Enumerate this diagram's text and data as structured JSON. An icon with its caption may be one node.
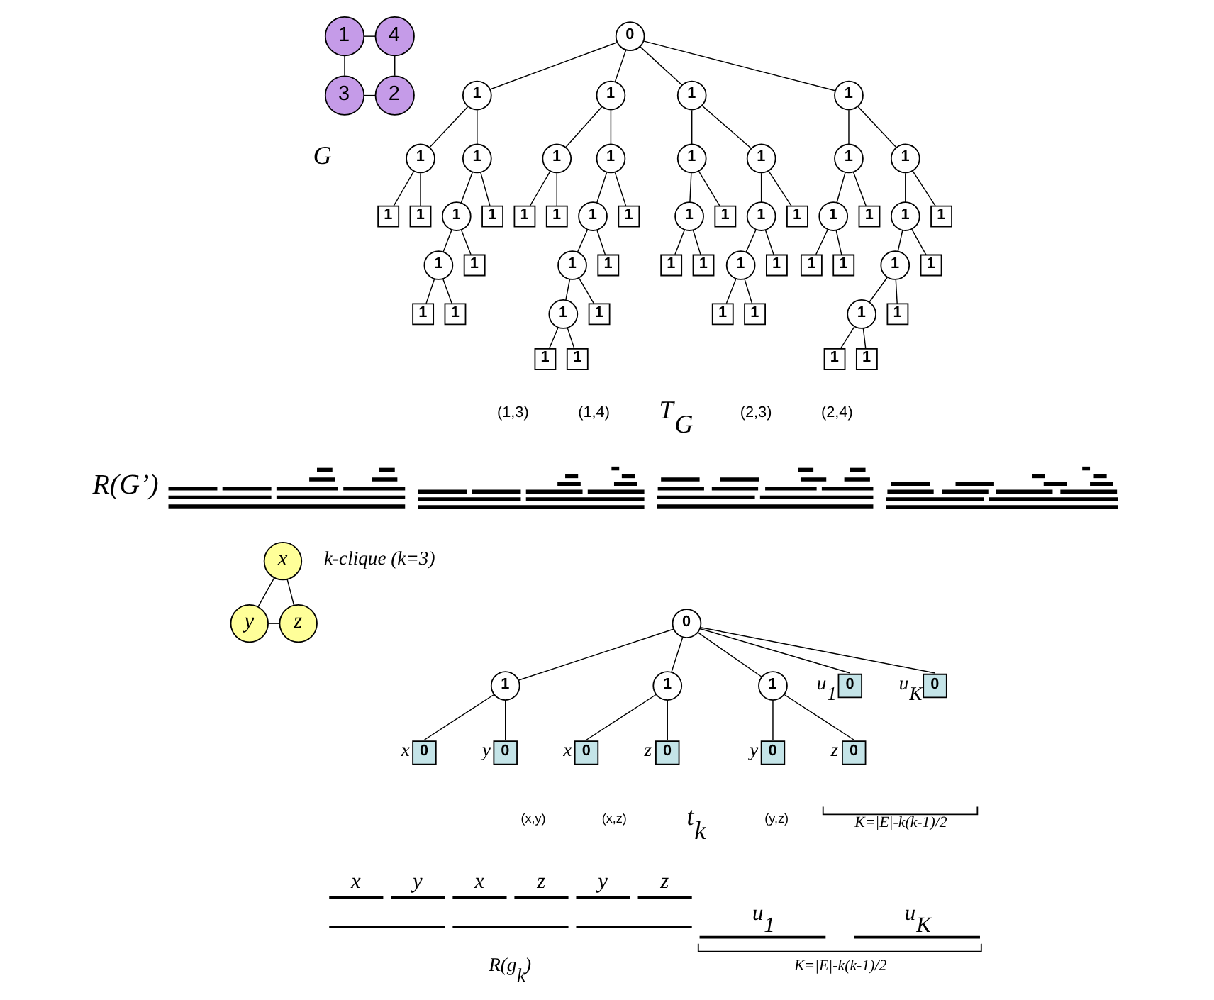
{
  "diagram": {
    "nodes": [
      {
        "text": [
          "1"
        ]
      },
      {
        "text": [
          "4"
        ]
      },
      {
        "text": [
          "3"
        ]
      },
      {
        "text": [
          "2"
        ]
      },
      {
        "text": [
          "0"
        ]
      },
      {
        "text": [
          "1"
        ]
      },
      {
        "text": [
          "1"
        ]
      },
      {
        "text": [
          "1"
        ]
      },
      {
        "text": [
          "1"
        ]
      },
      {
        "text": [
          "1"
        ]
      },
      {
        "text": [
          "1"
        ]
      },
      {
        "text": [
          "1"
        ]
      },
      {
        "text": [
          "1"
        ]
      },
      {
        "text": [
          "1"
        ]
      },
      {
        "text": [
          "1"
        ]
      },
      {
        "text": [
          "1"
        ]
      },
      {
        "text": [
          "1"
        ]
      },
      {
        "text": [
          "1"
        ]
      },
      {
        "text": [
          "1"
        ]
      },
      {
        "text": [
          "1"
        ]
      },
      {
        "text": [
          "1"
        ]
      },
      {
        "text": [
          "1"
        ]
      },
      {
        "text": [
          "1"
        ]
      },
      {
        "text": [
          "1"
        ]
      },
      {
        "text": [
          "1"
        ]
      },
      {
        "text": [
          "1"
        ]
      },
      {
        "text": [
          "1"
        ]
      },
      {
        "text": [
          "1"
        ]
      },
      {
        "text": [
          "1"
        ]
      },
      {
        "text": [
          "1"
        ]
      },
      {
        "text": [
          "1"
        ]
      },
      {
        "text": [
          "1"
        ]
      },
      {
        "text": [
          "1"
        ]
      },
      {
        "text": [
          "1"
        ]
      },
      {
        "text": [
          "1"
        ]
      },
      {
        "text": [
          "1"
        ]
      },
      {
        "text": [
          "1"
        ]
      },
      {
        "text": [
          "1"
        ]
      },
      {
        "text": [
          "1"
        ]
      },
      {
        "text": [
          "1"
        ]
      },
      {
        "text": [
          "1"
        ]
      },
      {
        "text": [
          "1"
        ]
      },
      {
        "text": [
          "1"
        ]
      },
      {
        "text": [
          "1"
        ]
      },
      {
        "text": [
          "1"
        ]
      },
      {
        "text": [
          "1"
        ]
      },
      {
        "text": [
          "1"
        ]
      },
      {
        "text": [
          "1"
        ]
      },
      {
        "text": [
          "1"
        ]
      },
      {
        "text": [
          "1"
        ]
      },
      {
        "text": [
          "1"
        ]
      },
      {
        "text": [
          "1"
        ]
      },
      {
        "text": [
          "1"
        ]
      },
      {
        "text": [
          "1"
        ]
      },
      {
        "text": [
          "1"
        ]
      },
      {
        "text": [
          "1"
        ]
      },
      {
        "text": [
          "1"
        ]
      },
      {
        "text": [
          "x"
        ]
      },
      {
        "text": [
          "y"
        ]
      },
      {
        "text": [
          "z"
        ]
      },
      {
        "text": [
          "0"
        ]
      },
      {
        "text": [
          "1"
        ]
      },
      {
        "text": [
          "0"
        ],
        "beside": [
          "x"
        ]
      },
      {
        "text": [
          "0"
        ],
        "beside": [
          "y"
        ]
      },
      {
        "text": [
          "1"
        ]
      },
      {
        "text": [
          "0"
        ],
        "beside": [
          "x"
        ]
      },
      {
        "text": [
          "0"
        ],
        "beside": [
          "z"
        ]
      },
      {
        "text": [
          "1"
        ]
      },
      {
        "text": [
          "0"
        ],
        "beside": [
          "y"
        ]
      },
      {
        "text": [
          "0"
        ],
        "beside": [
          "z"
        ]
      },
      {
        "text": [
          "0"
        ],
        "beside": [
          "u$_{1}$"
        ]
      },
      {
        "text": [
          "0"
        ],
        "beside": [
          "u$_{K}$"
        ]
      }
    ],
    "edges": [
      {
        "from": 0,
        "to": 1,
        "arrow": "none"
      },
      {
        "from": 0,
        "to": 2,
        "arrow": "none"
      },
      {
        "from": 1,
        "to": 3,
        "arrow": "none"
      },
      {
        "from": 2,
        "to": 3,
        "arrow": "none"
      },
      {
        "from": 4,
        "to": 5,
        "arrow": "none"
      },
      {
        "from": 4,
        "to": 16,
        "arrow": "none"
      },
      {
        "from": 4,
        "to": 29,
        "arrow": "none"
      },
      {
        "from": 4,
        "to": 42,
        "arrow": "none"
      },
      {
        "from": 5,
        "to": 6,
        "arrow": "none"
      },
      {
        "from": 6,
        "to": 7,
        "arrow": "none"
      },
      {
        "from": 6,
        "to": 8,
        "arrow": "none"
      },
      {
        "from": 5,
        "to": 9,
        "arrow": "none"
      },
      {
        "from": 9,
        "to": 10,
        "arrow": "none"
      },
      {
        "from": 10,
        "to": 11,
        "arrow": "none"
      },
      {
        "from": 11,
        "to": 12,
        "arrow": "none"
      },
      {
        "from": 11,
        "to": 13,
        "arrow": "none"
      },
      {
        "from": 10,
        "to": 14,
        "arrow": "none"
      },
      {
        "from": 9,
        "to": 15,
        "arrow": "none"
      },
      {
        "from": 16,
        "to": 17,
        "arrow": "none"
      },
      {
        "from": 17,
        "to": 18,
        "arrow": "none"
      },
      {
        "from": 17,
        "to": 19,
        "arrow": "none"
      },
      {
        "from": 16,
        "to": 20,
        "arrow": "none"
      },
      {
        "from": 20,
        "to": 21,
        "arrow": "none"
      },
      {
        "from": 21,
        "to": 22,
        "arrow": "none"
      },
      {
        "from": 22,
        "to": 23,
        "arrow": "none"
      },
      {
        "from": 23,
        "to": 24,
        "arrow": "none"
      },
      {
        "from": 23,
        "to": 25,
        "arrow": "none"
      },
      {
        "from": 22,
        "to": 26,
        "arrow": "none"
      },
      {
        "from": 21,
        "to": 27,
        "arrow": "none"
      },
      {
        "from": 20,
        "to": 28,
        "arrow": "none"
      },
      {
        "from": 29,
        "to": 30,
        "arrow": "none"
      },
      {
        "from": 30,
        "to": 31,
        "arrow": "none"
      },
      {
        "from": 31,
        "to": 32,
        "arrow": "none"
      },
      {
        "from": 31,
        "to": 33,
        "arrow": "none"
      },
      {
        "from": 30,
        "to": 34,
        "arrow": "none"
      },
      {
        "from": 29,
        "to": 35,
        "arrow": "none"
      },
      {
        "from": 35,
        "to": 36,
        "arrow": "none"
      },
      {
        "from": 36,
        "to": 37,
        "arrow": "none"
      },
      {
        "from": 37,
        "to": 38,
        "arrow": "none"
      },
      {
        "from": 37,
        "to": 39,
        "arrow": "none"
      },
      {
        "from": 36,
        "to": 40,
        "arrow": "none"
      },
      {
        "from": 35,
        "to": 41,
        "arrow": "none"
      },
      {
        "from": 42,
        "to": 43,
        "arrow": "none"
      },
      {
        "from": 43,
        "to": 44,
        "arrow": "none"
      },
      {
        "from": 44,
        "to": 45,
        "arrow": "none"
      },
      {
        "from": 44,
        "to": 46,
        "arrow": "none"
      },
      {
        "from": 43,
        "to": 47,
        "arrow": "none"
      },
      {
        "from": 42,
        "to": 48,
        "arrow": "none"
      },
      {
        "from": 48,
        "to": 49,
        "arrow": "none"
      },
      {
        "from": 49,
        "to": 50,
        "arrow": "none"
      },
      {
        "from": 50,
        "to": 51,
        "arrow": "none"
      },
      {
        "from": 51,
        "to": 52,
        "arrow": "none"
      },
      {
        "from": 51,
        "to": 53,
        "arrow": "none"
      },
      {
        "from": 50,
        "to": 54,
        "arrow": "none"
      },
      {
        "from": 49,
        "to": 55,
        "arrow": "none"
      },
      {
        "from": 48,
        "to": 56,
        "arrow": "none"
      },
      {
        "from": 57,
        "to": 58,
        "arrow": "none"
      },
      {
        "from": 57,
        "to": 59,
        "arrow": "none"
      },
      {
        "from": 58,
        "to": 59,
        "arrow": "none"
      },
      {
        "from": 60,
        "to": 61,
        "arrow": "none"
      },
      {
        "from": 60,
        "to": 64,
        "arrow": "none"
      },
      {
        "from": 60,
        "to": 67,
        "arrow": "none"
      },
      {
        "from": 60,
        "to": 70,
        "arrow": "none"
      },
      {
        "from": 60,
        "to": 71,
        "arrow": "none"
      },
      {
        "from": 61,
        "to": 62,
        "arrow": "none"
      },
      {
        "from": 61,
        "to": 63,
        "arrow": "none"
      },
      {
        "from": 64,
        "to": 65,
        "arrow": "none"
      },
      {
        "from": 64,
        "to": 66,
        "arrow": "none"
      },
      {
        "from": 67,
        "to": 68,
        "arrow": "none"
      },
      {
        "from": 67,
        "to": 69,
        "arrow": "none"
      }
    ],
    "labels": [
      "G",
      "(1,3)",
      "(1,4)",
      "T$_{G}$",
      "(2,3)",
      "(2,4)",
      "R(G’)",
      "k-clique (k=3)",
      "(x,y)",
      "(x,z)",
      "(y,z)",
      "t$_{k}$",
      "K=|E|-k(k-1)/2",
      "x",
      "y",
      "x",
      "z",
      "y",
      "z",
      "u$_{1}$",
      "u$_{K}$",
      "K=|E|-k(k-1)/2",
      "R(g$_{k}$)"
    ]
  }
}
